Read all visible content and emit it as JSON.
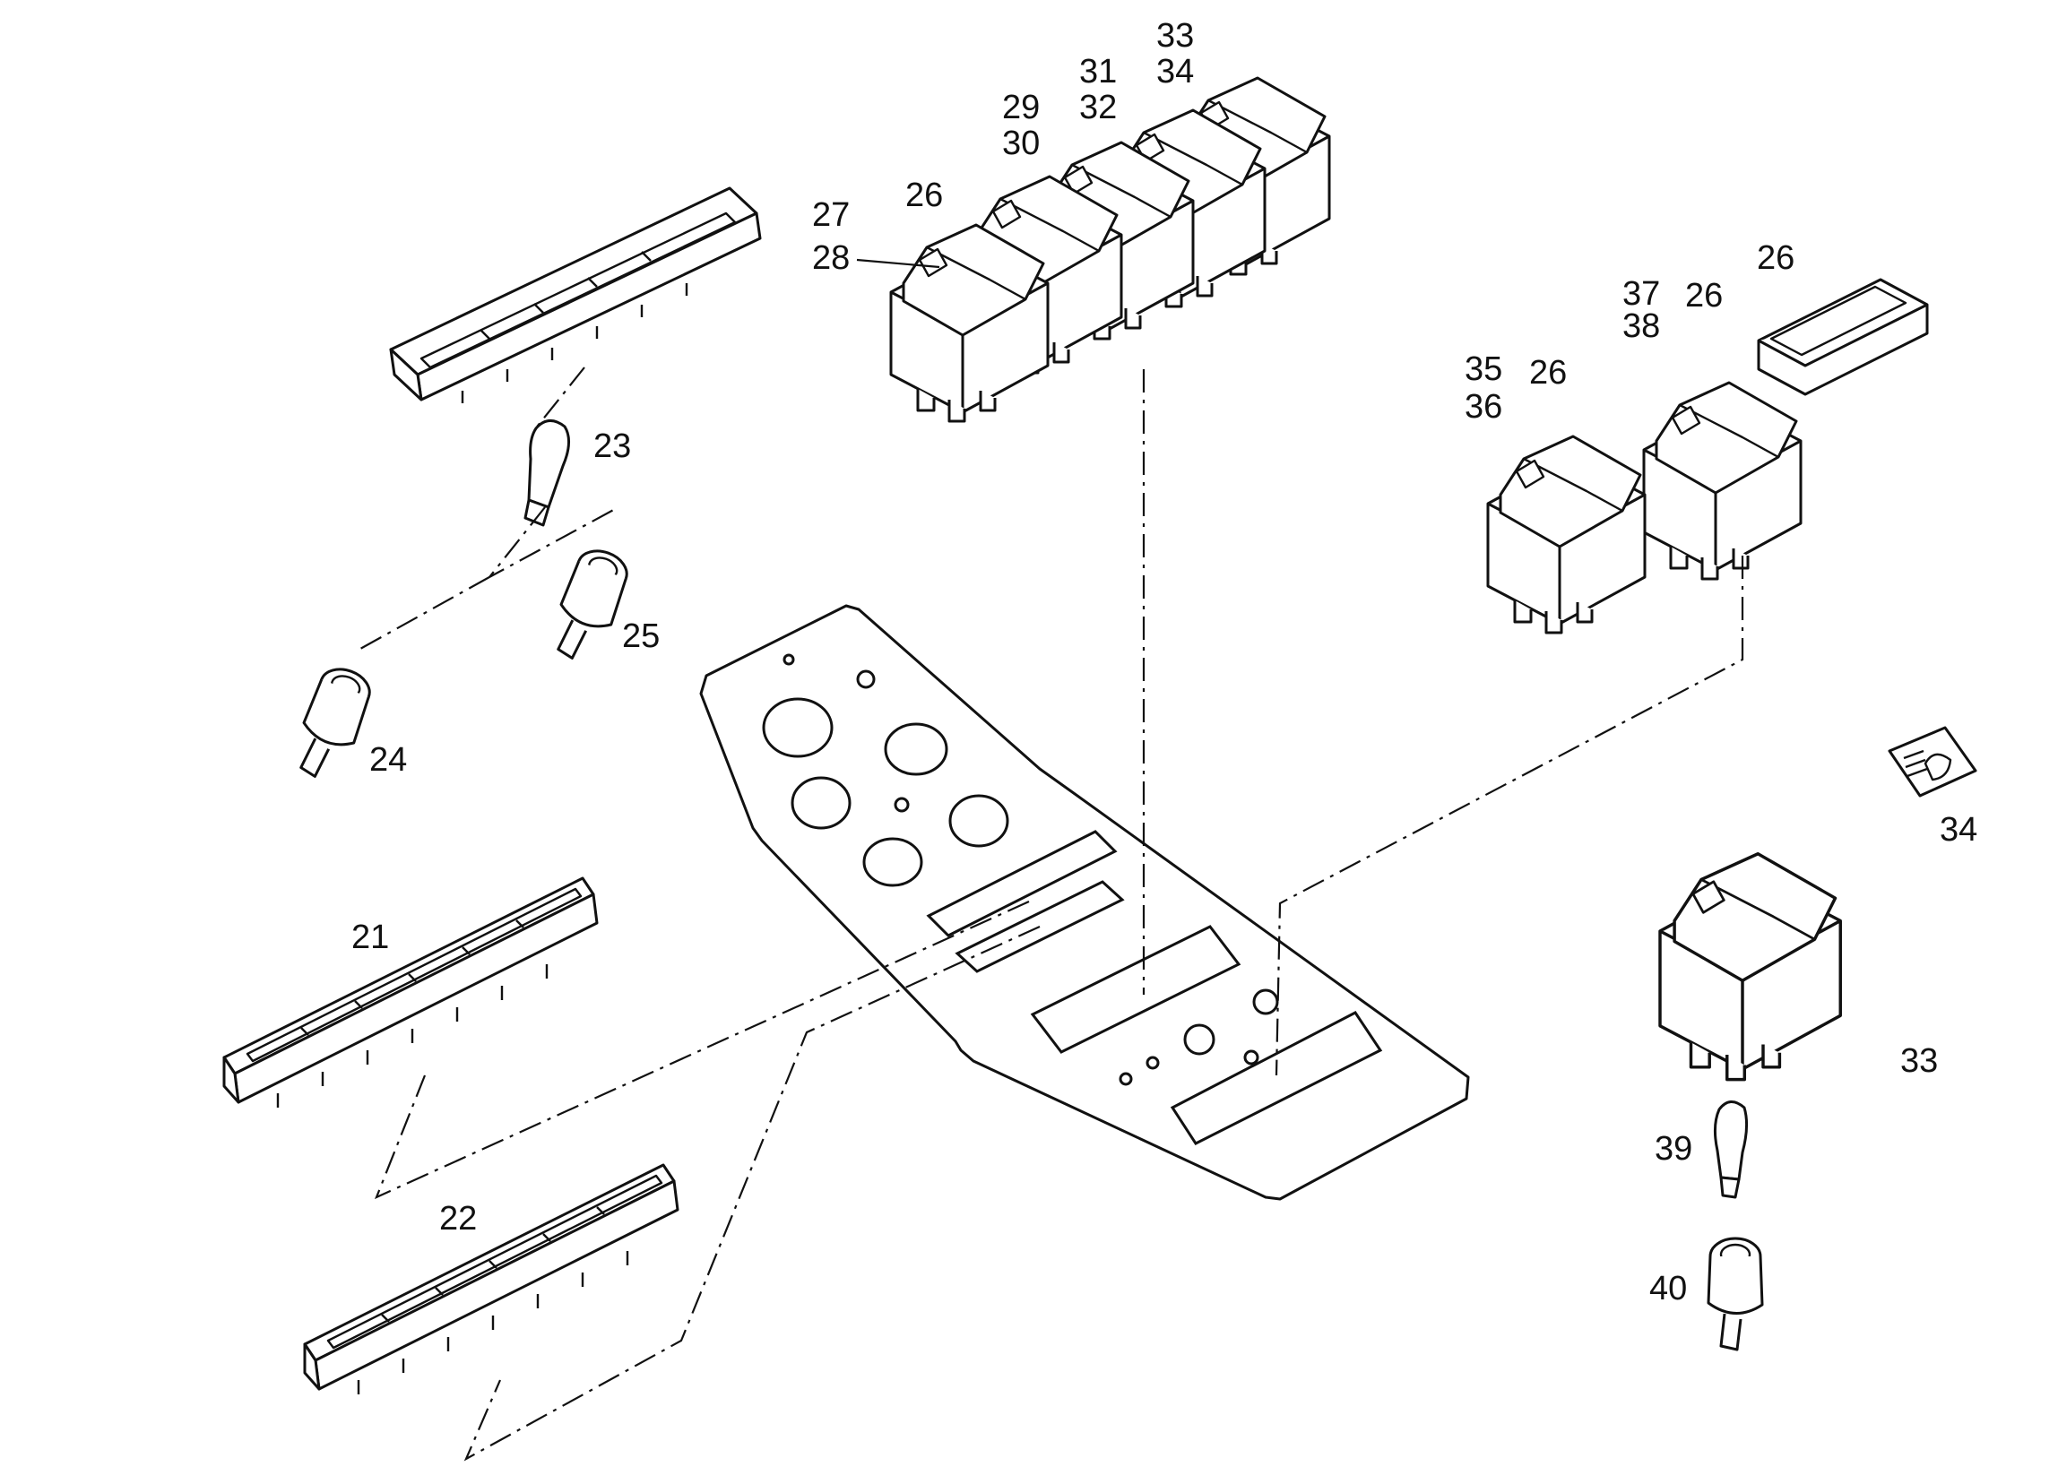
{
  "callouts": {
    "c21": "21",
    "c22": "22",
    "c23": "23",
    "c24": "24",
    "c25": "25",
    "c26a": "26",
    "c26b": "26",
    "c26c": "26",
    "c26d": "26",
    "c27": "27",
    "c28": "28",
    "c29": "29",
    "c30": "30",
    "c31": "31",
    "c32": "32",
    "c33a": "33",
    "c34a": "34",
    "c35": "35",
    "c36": "36",
    "c37": "37",
    "c38": "38",
    "c34b": "34",
    "c33b": "33",
    "c39": "39",
    "c40": "40"
  },
  "colors": {
    "line": "#111111",
    "background": "#ffffff"
  }
}
